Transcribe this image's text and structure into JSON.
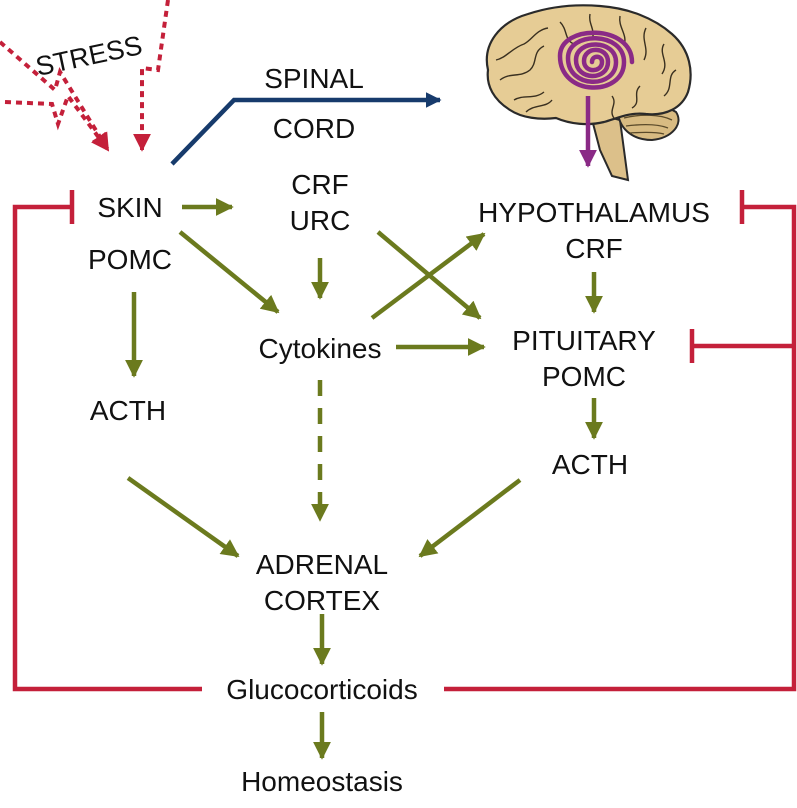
{
  "labels": {
    "stress": "STRESS",
    "spinal": "SPINAL",
    "cord": "CORD",
    "skin": "SKIN",
    "skin_pomc": "POMC",
    "crf_left": "CRF",
    "urc": "URC",
    "hypothalamus": "HYPOTHALAMUS",
    "hypothalamus_crf": "CRF",
    "cytokines": "Cytokines",
    "pituitary": "PITUITARY",
    "pituitary_pomc": "POMC",
    "acth_left": "ACTH",
    "acth_right": "ACTH",
    "adrenal": "ADRENAL",
    "cortex": "CORTEX",
    "glucocorticoids": "Glucocorticoids",
    "homeostasis": "Homeostasis"
  },
  "colors": {
    "stimulation_arrow": "#6b7a1e",
    "inhibition_feedback": "#c4203a",
    "stress_arrow": "#c4203a",
    "spinal_cord_arrow": "#173b6c",
    "brain_spiral": "#8a2a86",
    "brain_fill": "#e6cc95",
    "text": "#111111"
  },
  "icons": {
    "brain": "brain-illustration"
  }
}
